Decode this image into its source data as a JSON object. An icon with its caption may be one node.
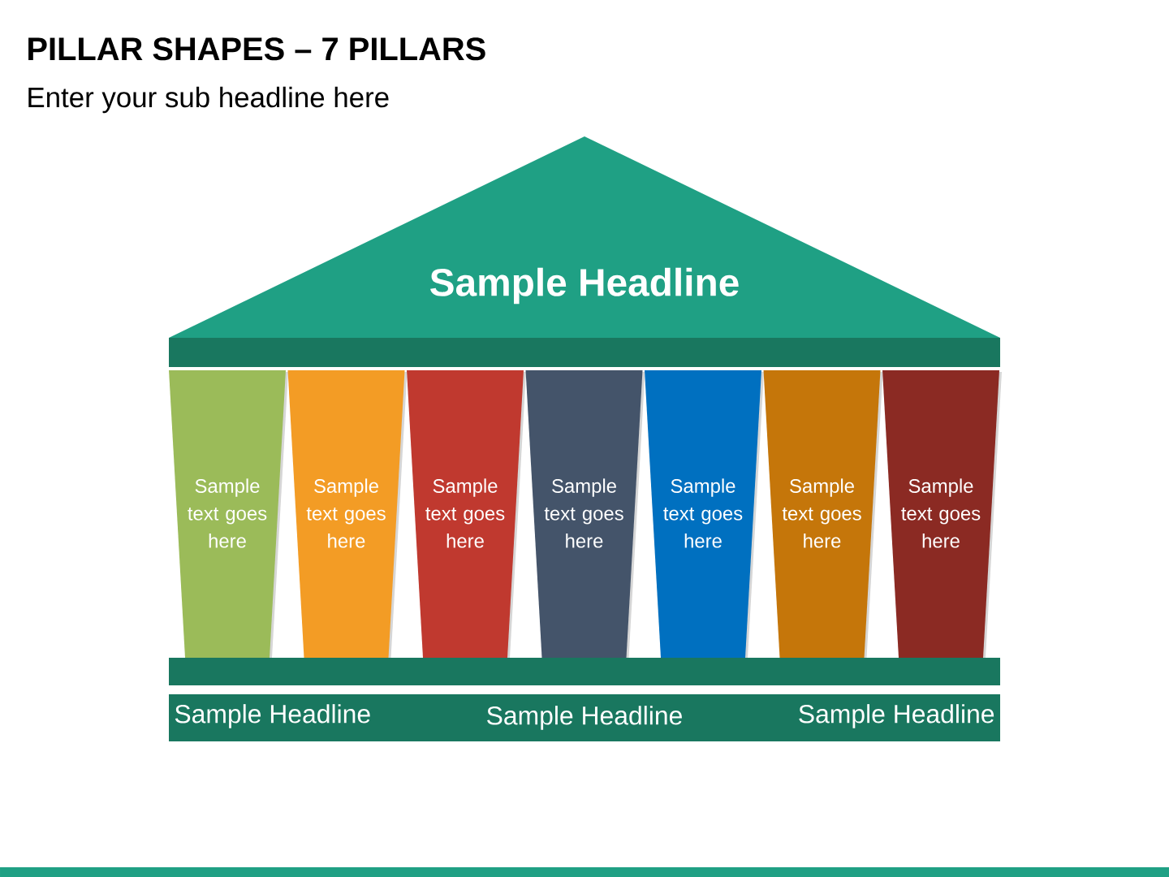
{
  "diagram": {
    "title": "PILLAR SHAPES – 7 PILLARS",
    "nodes": [
      {
        "text": [
          "Sample Headline"
        ]
      },
      {
        "text": [],
        "shape": "bar"
      },
      {
        "text": [
          "Sample text goes here"
        ]
      },
      {
        "text": [
          "Sample text goes here"
        ]
      },
      {
        "text": [
          "Sample text goes here"
        ]
      },
      {
        "text": [
          "Sample text goes here"
        ]
      },
      {
        "text": [
          "Sample text goes here"
        ]
      },
      {
        "text": [
          "Sample text goes here"
        ]
      },
      {
        "text": [
          "Sample text goes here"
        ]
      },
      {
        "text": [],
        "shape": "bar"
      },
      {
        "text": [
          "Sample Headline",
          "Sample Headline",
          "Sample Headline"
        ]
      }
    ],
    "labels": [
      "Enter your sub headline here"
    ]
  }
}
